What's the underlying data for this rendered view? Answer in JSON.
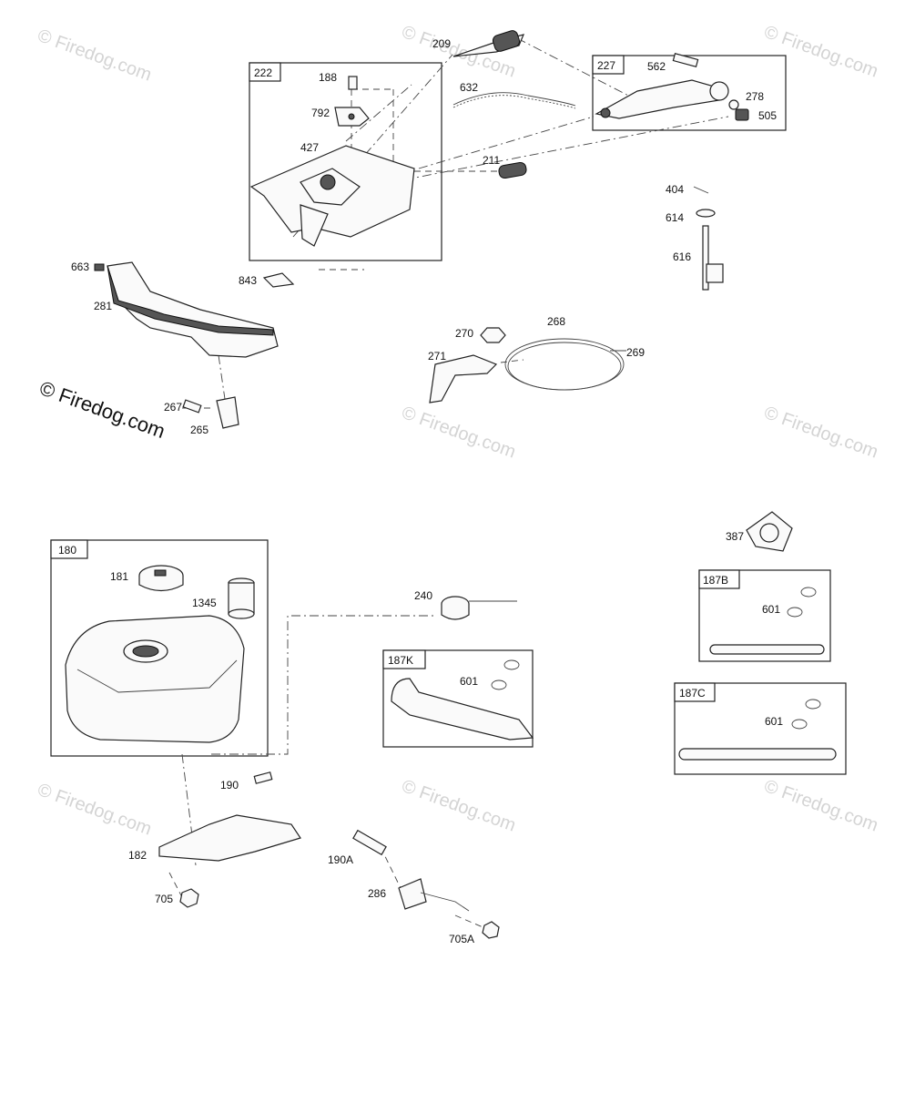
{
  "watermark": {
    "text": "© Firedog.com",
    "main_text": "© Firedog.com"
  },
  "boxes": {
    "b222": "222",
    "b227": "227",
    "b180": "180",
    "b187K": "187K",
    "b187B": "187B",
    "b187C": "187C"
  },
  "labels": {
    "p209": "209",
    "p188": "188",
    "p792": "792",
    "p427": "427",
    "p562": "562",
    "p632": "632",
    "p278": "278",
    "p505": "505",
    "p211": "211",
    "p404": "404",
    "p614": "614",
    "p616": "616",
    "p663": "663",
    "p281": "281",
    "p843": "843",
    "p270": "270",
    "p268": "268",
    "p271": "271",
    "p269": "269",
    "p267": "267",
    "p265": "265",
    "p387": "387",
    "p181": "181",
    "p1345": "1345",
    "p240": "240",
    "p601k": "601",
    "p601b": "601",
    "p601c": "601",
    "p190": "190",
    "p182": "182",
    "p705": "705",
    "p190A": "190A",
    "p286": "286",
    "p705A": "705A"
  }
}
